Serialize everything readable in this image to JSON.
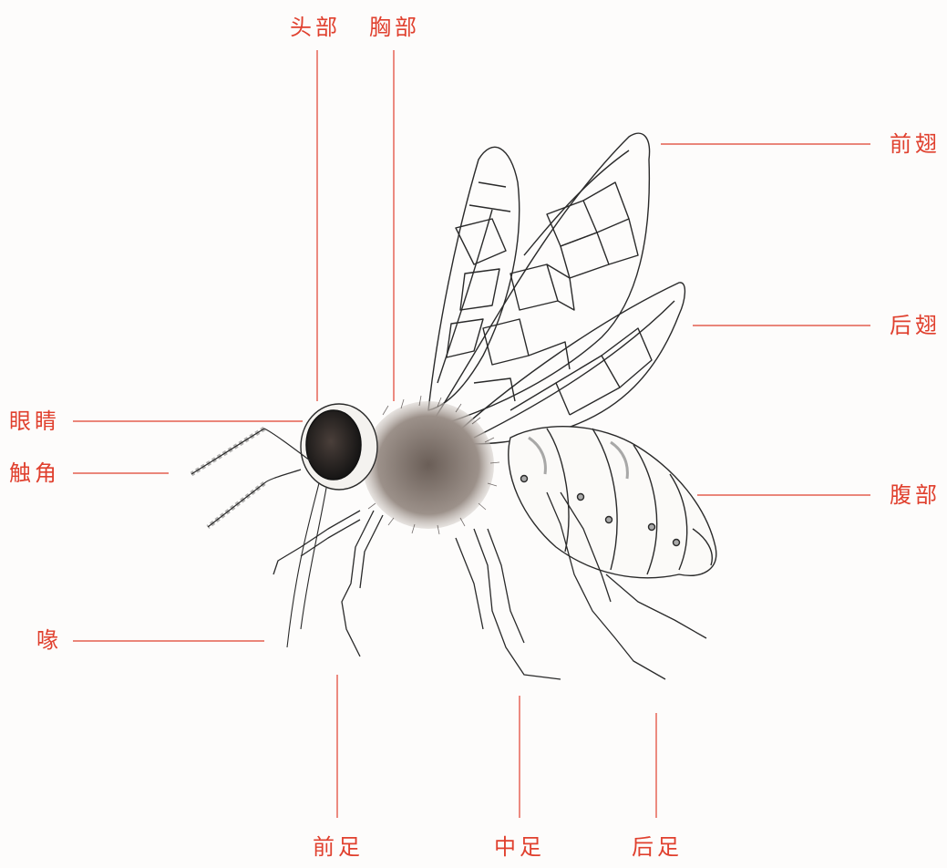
{
  "colors": {
    "label": "#e0402e",
    "leader_line": "#e0402e",
    "ink": "#2a2a2a",
    "background": "#fdfcfb"
  },
  "labels": {
    "head": "头部",
    "thorax": "胸部",
    "forewing": "前翅",
    "hindwing": "后翅",
    "eye": "眼睛",
    "antenna": "触角",
    "abdomen": "腹部",
    "mouthparts": "喙",
    "foreleg": "前足",
    "midleg": "中足",
    "hindleg": "后足"
  }
}
